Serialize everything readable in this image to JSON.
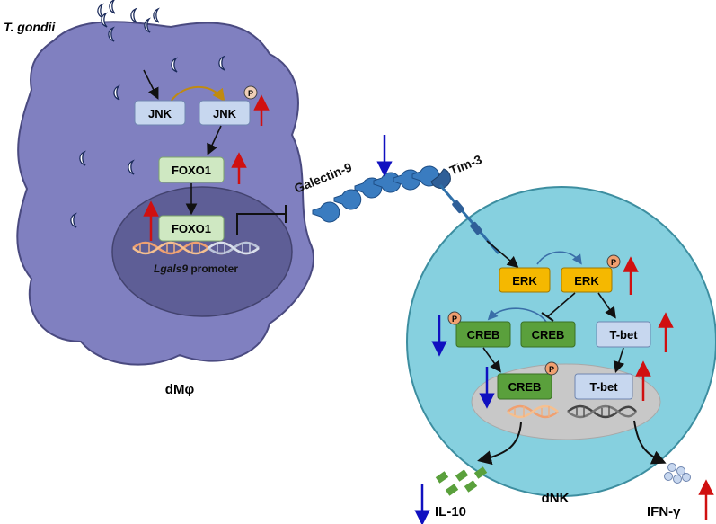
{
  "labels": {
    "pathogen": "T. gondii",
    "macrophage": "dMφ",
    "nk_cell": "dNK",
    "galectin": "Galectin-9",
    "tim3": "Tim-3",
    "promoter_italic": "Lgals9",
    "promoter_suffix": " promoter",
    "il10": "IL-10",
    "ifng": "IFN-γ",
    "phospho": "P"
  },
  "nodes": {
    "jnk": "JNK",
    "jnk_p": "JNK",
    "foxo1_cyto": "FOXO1",
    "foxo1_nuc": "FOXO1",
    "erk": "ERK",
    "erk_p": "ERK",
    "creb_p": "CREB",
    "creb": "CREB",
    "tbet": "T-bet",
    "creb_nuc": "CREB",
    "tbet_nuc": "T-bet"
  },
  "colors": {
    "macrophage": "#8080c0",
    "macrophage_nucleus": "#5e5e96",
    "nk_cell": "#86d0df",
    "nk_nucleus": "#c8c8c8",
    "jnk_box": "#c7d7ef",
    "foxo_box": "#cfe8c2",
    "erk_box": "#f5b800",
    "creb_box": "#5aa03c",
    "tbet_box": "#c7d7ef",
    "phospho": "#f0a070",
    "up_arrow": "#d01010",
    "down_arrow": "#1010c0",
    "receptor": "#2f6fa8"
  }
}
